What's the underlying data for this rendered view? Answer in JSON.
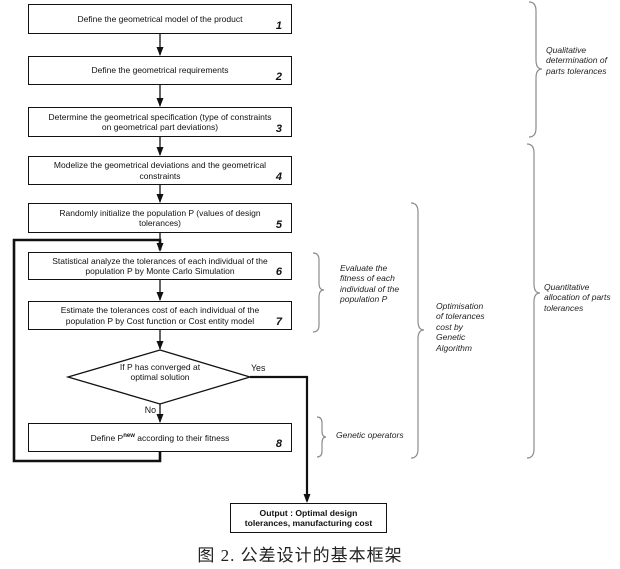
{
  "colors": {
    "line": "#111111",
    "brace": "#8c8c8c",
    "text": "#111111",
    "background": "#ffffff"
  },
  "flowchart": {
    "boxes": [
      {
        "label": "Define the geometrical  model of the product",
        "number": "1"
      },
      {
        "label": "Define the geometrical requirements",
        "number": "2"
      },
      {
        "label": "Determine the geometrical specification (type of constraints\non geometrical part deviations)",
        "number": "3"
      },
      {
        "label": "Modelize the geometrical deviations and the geometrical\nconstraints",
        "number": "4"
      },
      {
        "label": "Randomly initialize the population P (values of design\ntolerances)",
        "number": "5"
      },
      {
        "label": "Statistical analyze the tolerances of each individual of the\npopulation P by Monte Carlo Simulation",
        "number": "6"
      },
      {
        "label": "Estimate the tolerances cost of each individual of the\npopulation P by Cost function or Cost entity model",
        "number": "7"
      }
    ],
    "decision": {
      "label": "If P has converged at\noptimal solution",
      "yes_label": "Yes",
      "no_label": "No"
    },
    "define_pnew_box": {
      "prefix": "Define P",
      "superscript": "new",
      "suffix": " according to their fitness",
      "number": "8"
    },
    "output_box": {
      "label": "Output : Optimal design\ntolerances, manufacturing cost"
    }
  },
  "annotations": {
    "qualitative": "Qualitative\ndetermination of\nparts tolerances",
    "quantitative": "Quantitative\nallocation of parts\ntolerances",
    "optimisation": "Optimisation\nof tolerances\ncost by\nGenetic\nAlgorithm",
    "evaluate": "Evaluate the\nfitness of each\nindividual of the\npopulation P",
    "genetic_operators": "Genetic operators"
  },
  "caption": "图 2. 公差设计的基本框架"
}
